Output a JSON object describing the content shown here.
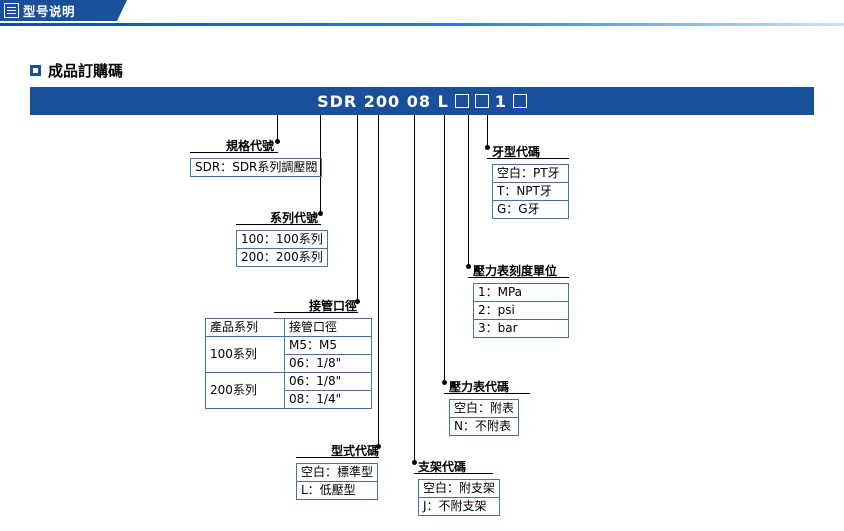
{
  "header": {
    "tab_label": "型号说明",
    "tab_icon": "list-icon"
  },
  "section": {
    "title": "成品訂購碼",
    "bullet_icon": "square-bullet-icon"
  },
  "code_bar": {
    "text": "SDR 200 08 L",
    "trailing": "1",
    "box_icon": "empty-box-icon"
  },
  "groups": {
    "spec": {
      "title": "規格代號",
      "rows": [
        [
          "SDR：SDR系列調壓閥"
        ]
      ]
    },
    "series": {
      "title": "系列代號",
      "rows": [
        [
          "100：100系列"
        ],
        [
          "200：200系列"
        ]
      ]
    },
    "port": {
      "title": "接管口徑",
      "headers": [
        "產品系列",
        "接管口徑"
      ],
      "rows": [
        [
          "100系列",
          "M5：M5"
        ],
        [
          "",
          "06：1/8\""
        ],
        [
          "200系列",
          "06：1/8\""
        ],
        [
          "",
          "08：1/4\""
        ]
      ]
    },
    "type": {
      "title": "型式代碼",
      "rows": [
        [
          "空白：標準型"
        ],
        [
          "L：低壓型"
        ]
      ]
    },
    "bracket": {
      "title": "支架代碼",
      "rows": [
        [
          "空白：附支架"
        ],
        [
          "J：不附支架"
        ]
      ]
    },
    "gauge": {
      "title": "壓力表代碼",
      "rows": [
        [
          "空白：附表"
        ],
        [
          "N：不附表"
        ]
      ]
    },
    "unit": {
      "title": "壓力表刻度單位",
      "rows": [
        [
          "1：MPa"
        ],
        [
          "2：psi"
        ],
        [
          "3：bar"
        ]
      ]
    },
    "thread": {
      "title": "牙型代碼",
      "rows": [
        [
          "空白：PT牙"
        ],
        [
          "T：NPT牙"
        ],
        [
          "G：G牙"
        ]
      ]
    }
  },
  "colors": {
    "brand": "#1a4f9c",
    "table_border": "#4a6fa5"
  }
}
